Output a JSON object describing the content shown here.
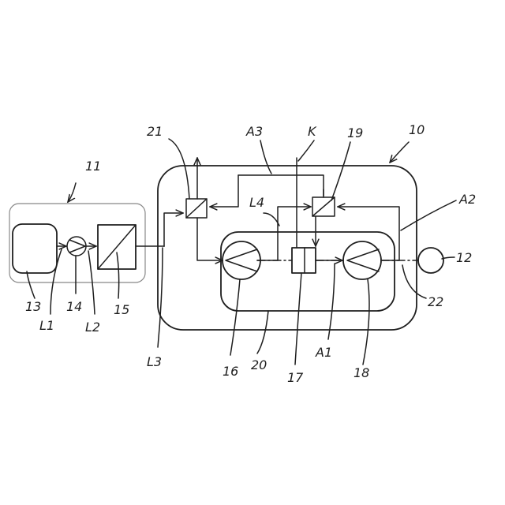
{
  "labels": {
    "l10": "10",
    "l11": "11",
    "l12": "12",
    "l13": "13",
    "l14": "14",
    "l15": "15",
    "l16": "16",
    "l17": "17",
    "l18": "18",
    "l19": "19",
    "l20": "20",
    "l21": "21",
    "l22": "22",
    "L1": "L1",
    "L2": "L2",
    "L3": "L3",
    "L4": "L4",
    "A1": "A1",
    "A2": "A2",
    "A3": "A3",
    "K": "K"
  }
}
